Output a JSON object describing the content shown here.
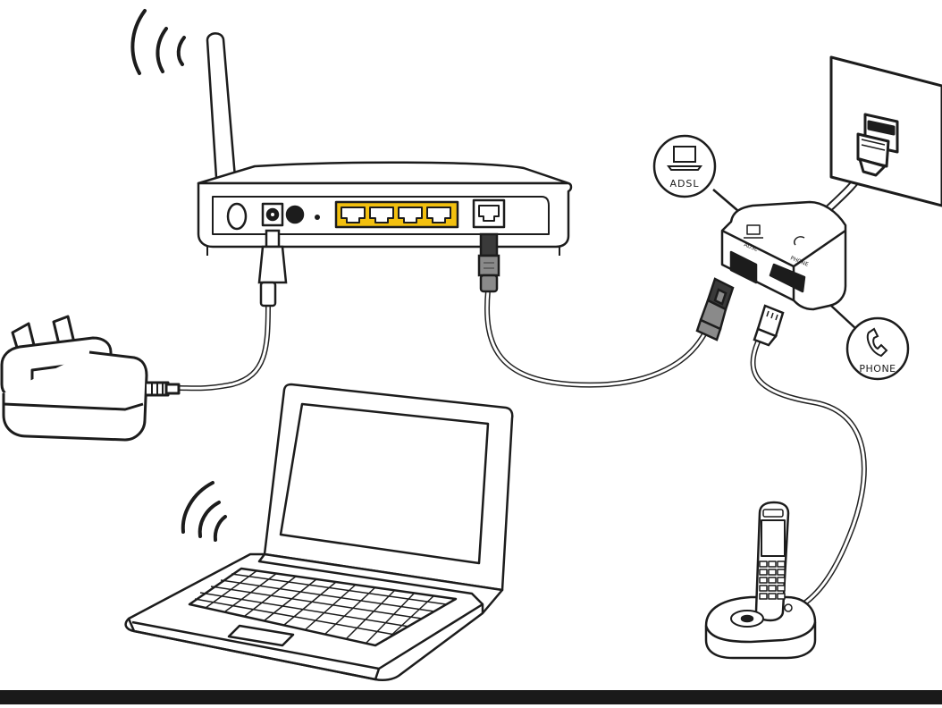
{
  "labels": {
    "adsl": "ADSL",
    "phone": "PHONE",
    "filter_adsl_port": "ADSL",
    "filter_phone_port": "PHONE"
  },
  "colors": {
    "ink": "#1c1c1c",
    "line": "#222222",
    "port_yellow": "#f2c00f",
    "plug_gray": "#8a8a8a",
    "plug_dark": "#3a3a3a",
    "cable_fill": "#ffffff",
    "bottom_bar": "#1a1a1a",
    "background": "#ffffff"
  },
  "icons": [
    "wifi-waves-icon",
    "laptop-icon",
    "telephone-handset-icon"
  ]
}
